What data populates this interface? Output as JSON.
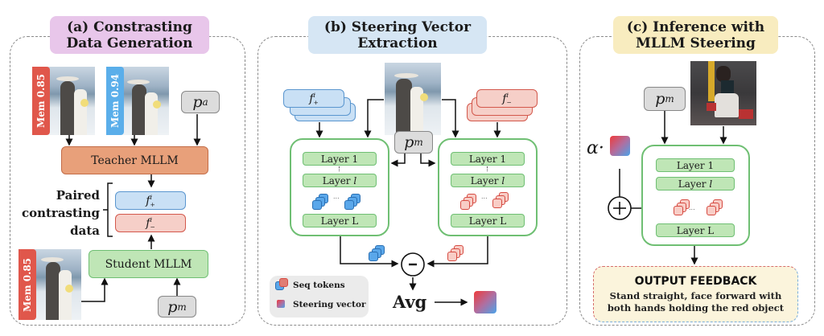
{
  "panels": {
    "a": {
      "title_line1": "(a) Constrasting",
      "title_line2": "Data Generation",
      "title_color": "#e8c6ea",
      "images": [
        {
          "mem_label": "Mem 0.85",
          "tag_color": "#e0574b"
        },
        {
          "mem_label": "Mem 0.94",
          "tag_color": "#5aaeea"
        },
        {
          "mem_label": "Mem 0.85",
          "tag_color": "#e0574b"
        }
      ],
      "prompt_a": "p",
      "prompt_a_sub": "a",
      "teacher": "Teacher MLLM",
      "student": "Student MLLM",
      "f_plus": "f",
      "f_plus_sup": "i",
      "f_plus_sub": "+",
      "f_minus": "f",
      "f_minus_sup": "i",
      "f_minus_sub": "−",
      "paired_label": [
        "Paired",
        "contrasting",
        "data"
      ],
      "prompt_m": "p",
      "prompt_m_sub": "m"
    },
    "b": {
      "title_line1": "(b) Steering Vector",
      "title_line2": "Extraction",
      "title_color": "#d6e6f4",
      "f_plus": "f",
      "f_plus_sup": "i",
      "f_plus_sub": "+",
      "f_minus": "f",
      "f_minus_sup": "i",
      "f_minus_sub": "−",
      "prompt_m": "p",
      "prompt_m_sub": "m",
      "layers": {
        "first": "Layer 1",
        "mid": "Layer l",
        "last": "Layer L"
      },
      "dots": "...",
      "minus_symbol": "-",
      "avg_label": "Avg",
      "legend": {
        "seq_tokens": "Seq tokens",
        "steering_vector": "Steering vector"
      }
    },
    "c": {
      "title_line1": "(c) Inference with",
      "title_line2": "MLLM Steering",
      "title_color": "#f8ecbf",
      "prompt_m": "p",
      "prompt_m_sub": "m",
      "alpha": "α·",
      "plus_symbol": "+",
      "layers": {
        "first": "Layer 1",
        "mid": "Layer l",
        "last": "Layer L"
      },
      "dots": "...",
      "feedback_title": "OUTPUT FEEDBACK",
      "feedback_line1": "Stand straight, face forward with",
      "feedback_line2": "both hands holding the red object"
    }
  },
  "colors": {
    "teacher": "#e8a07a",
    "student": "#bfe6b6",
    "positive": "#c9e0f5",
    "negative": "#f6cfc8",
    "prompt": "#dcdcdc"
  }
}
